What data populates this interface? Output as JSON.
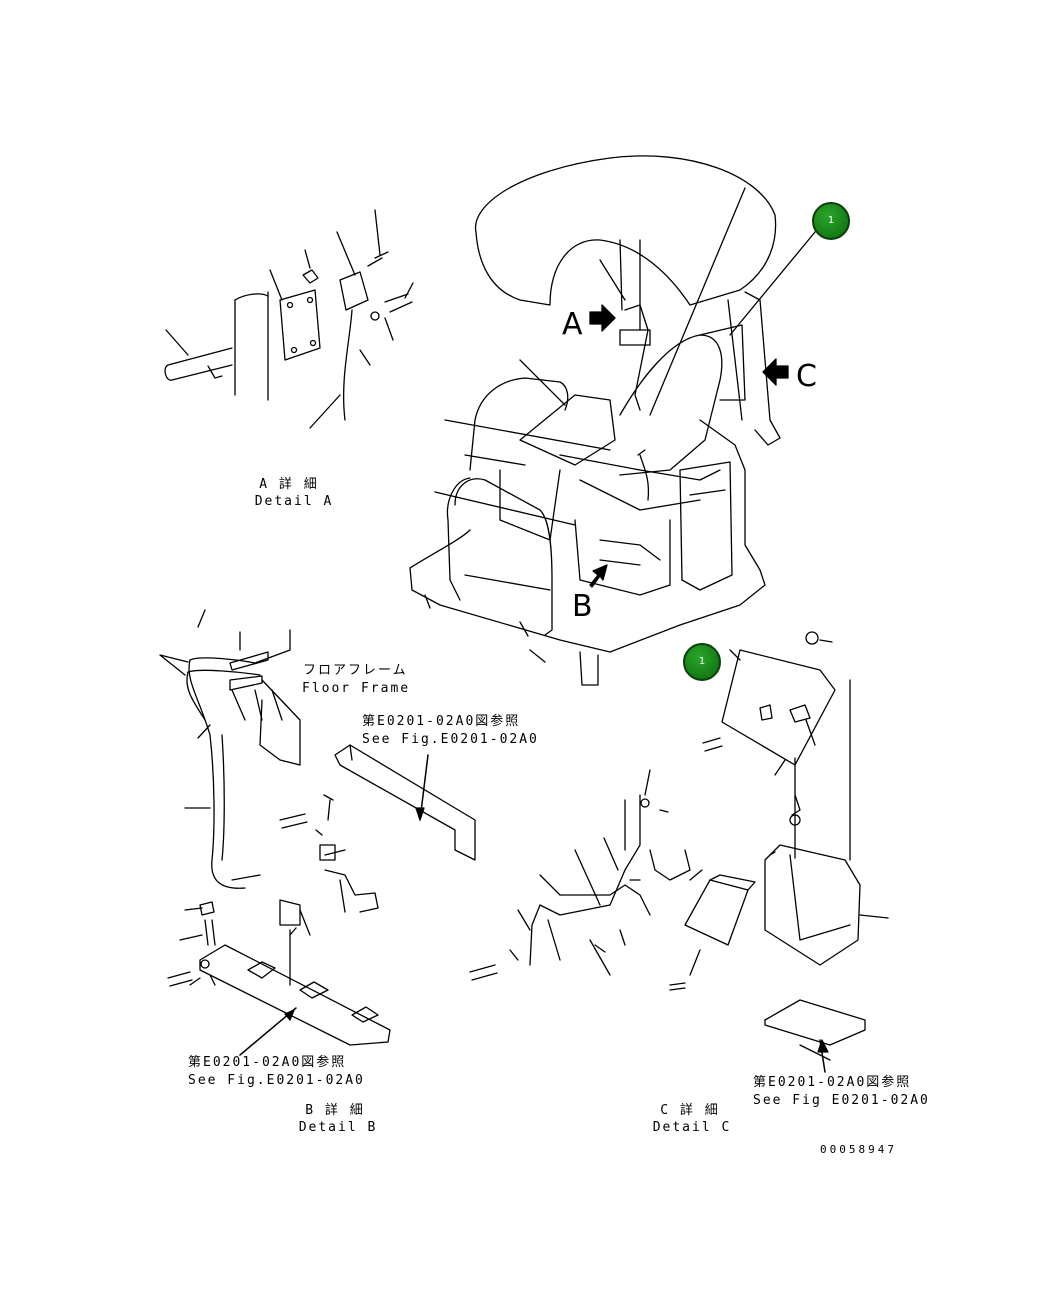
{
  "labels": {
    "view_a": "A",
    "view_b": "B",
    "view_c": "C",
    "detail_a_jp": "A 詳 細",
    "detail_a_en": "Detail A",
    "detail_b_jp": "B 詳 細",
    "detail_b_en": "Detail B",
    "detail_c_jp": "C 詳 細",
    "detail_c_en": "Detail C",
    "floor_frame_jp": "フロアフレーム",
    "floor_frame_en": "Floor Frame",
    "ref_mid_jp": "第E0201-02A0図参照",
    "ref_mid_en": "See Fig.E0201-02A0",
    "ref_left_jp": "第E0201-02A0図参照",
    "ref_left_en": "See Fig.E0201-02A0",
    "ref_right_jp": "第E0201-02A0図参照",
    "ref_right_en": "See Fig E0201-02A0",
    "drawing_number": "00058947"
  },
  "callouts": [
    {
      "number": "1"
    },
    {
      "number": "1"
    }
  ],
  "colors": {
    "callout": "#1a8f1a",
    "line": "#000000"
  }
}
